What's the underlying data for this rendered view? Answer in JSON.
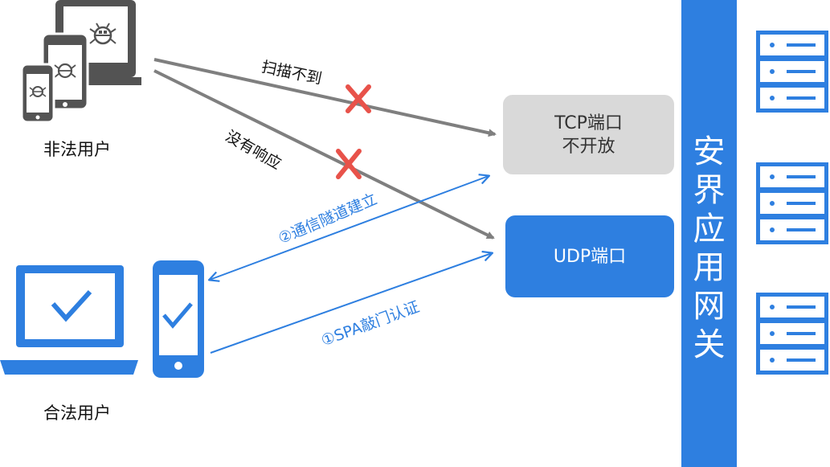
{
  "illegal_user": {
    "label": "非法用户"
  },
  "legal_user": {
    "label": "合法用户"
  },
  "tcp_port": {
    "line1": "TCP端口",
    "line2": "不开放"
  },
  "udp_port": {
    "label": "UDP端口"
  },
  "gateway": {
    "label": "安界应用网关"
  },
  "arrows": {
    "scan": "扫描不到",
    "no_response": "没有响应",
    "tunnel": "②通信隧道建立",
    "spa": "①SPA敲门认证"
  },
  "colors": {
    "blue": "#2e7fe0",
    "gray": "#7f7f7f",
    "tcp_fill": "#d9d9d9",
    "cross": "#e8524a"
  }
}
